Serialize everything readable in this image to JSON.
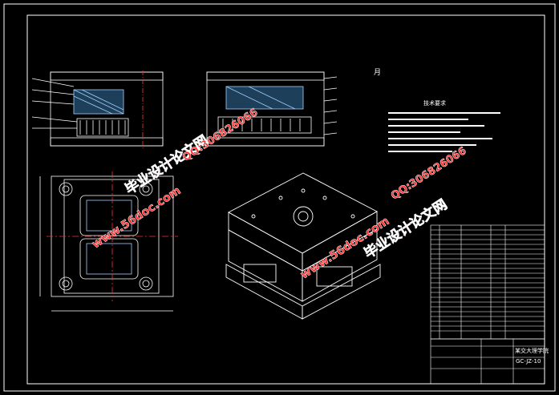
{
  "drawing": {
    "title_mark": "月",
    "notes_heading": "技术要求",
    "notes_lines": 7,
    "title_block": {
      "school": "某交大理学院",
      "drawing_number": "GC-JZ-10"
    },
    "bom_rows": 25
  },
  "watermarks": [
    {
      "text": "毕业设计论文网"
    },
    {
      "text": "www.56doc.com"
    },
    {
      "text": "QQ:306826066"
    },
    {
      "text": "www.56doc.com"
    },
    {
      "text": "QQ:306826066"
    },
    {
      "text": "毕业设计论文网"
    }
  ],
  "colors": {
    "background": "#000000",
    "frame": "#ffffff",
    "drawing_lines": "#ffffff",
    "center_lines": "#ff3030",
    "watermark": "#ff2a2a",
    "hatch": "#9fd0ff"
  }
}
